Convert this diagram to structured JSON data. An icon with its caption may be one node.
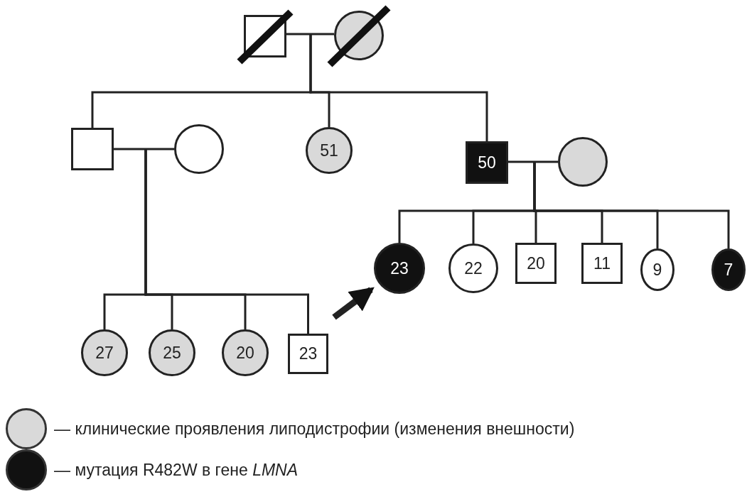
{
  "diagram": {
    "nodes": [
      {
        "text": [],
        "shape": "box"
      },
      {
        "text": [],
        "shape": "circle"
      },
      {
        "text": [],
        "shape": "box"
      },
      {
        "text": [],
        "shape": "circle"
      },
      {
        "text": [
          "51"
        ]
      },
      {
        "text": [
          "50"
        ]
      },
      {
        "text": [],
        "shape": "circle"
      },
      {
        "text": [
          "23"
        ]
      },
      {
        "text": [
          "22"
        ]
      },
      {
        "text": [
          "20"
        ]
      },
      {
        "text": [
          "11"
        ]
      },
      {
        "text": [
          "9"
        ]
      },
      {
        "text": [
          "7"
        ]
      },
      {
        "text": [
          "27"
        ]
      },
      {
        "text": [
          "25"
        ]
      },
      {
        "text": [
          "20"
        ]
      },
      {
        "text": [
          "23"
        ]
      }
    ],
    "edges": [
      {
        "from": 0,
        "to": 1,
        "arrow": "none"
      },
      {
        "from": 0,
        "to": 2,
        "arrow": "none"
      },
      {
        "from": 0,
        "to": 4,
        "arrow": "none"
      },
      {
        "from": 0,
        "to": 5,
        "arrow": "none"
      },
      {
        "from": 1,
        "to": 2,
        "arrow": "none"
      },
      {
        "from": 1,
        "to": 4,
        "arrow": "none"
      },
      {
        "from": 1,
        "to": 5,
        "arrow": "none"
      },
      {
        "from": 2,
        "to": 3,
        "arrow": "none"
      },
      {
        "from": 2,
        "to": 13,
        "arrow": "none"
      },
      {
        "from": 2,
        "to": 14,
        "arrow": "none"
      },
      {
        "from": 2,
        "to": 15,
        "arrow": "none"
      },
      {
        "from": 2,
        "to": 16,
        "arrow": "none"
      },
      {
        "from": 3,
        "to": 13,
        "arrow": "none"
      },
      {
        "from": 3,
        "to": 14,
        "arrow": "none"
      },
      {
        "from": 3,
        "to": 15,
        "arrow": "none"
      },
      {
        "from": 3,
        "to": 16,
        "arrow": "none"
      },
      {
        "from": 5,
        "to": 6,
        "arrow": "none"
      },
      {
        "from": 5,
        "to": 7,
        "arrow": "none"
      },
      {
        "from": 5,
        "to": 8,
        "arrow": "none"
      },
      {
        "from": 5,
        "to": 9,
        "arrow": "none"
      },
      {
        "from": 5,
        "to": 10,
        "arrow": "none"
      },
      {
        "from": 5,
        "to": 11,
        "arrow": "none"
      },
      {
        "from": 5,
        "to": 12,
        "arrow": "none"
      },
      {
        "from": 6,
        "to": 7,
        "arrow": "none"
      },
      {
        "from": 6,
        "to": 8,
        "arrow": "none"
      },
      {
        "from": 6,
        "to": 9,
        "arrow": "none"
      },
      {
        "from": 6,
        "to": 10,
        "arrow": "none"
      },
      {
        "from": 6,
        "to": 11,
        "arrow": "none"
      },
      {
        "from": 6,
        "to": 12,
        "arrow": "none"
      },
      {
        "from": null,
        "to": 7,
        "arrow": "to",
        "style": "thick"
      }
    ],
    "legend": [
      {
        "text": "— клинические проявления липодистрофии (изменения внешности)",
        "color": "#d9d9d9"
      },
      {
        "text": "— мутация R482W в гене *LMNA*",
        "color": "#111111"
      }
    ]
  }
}
